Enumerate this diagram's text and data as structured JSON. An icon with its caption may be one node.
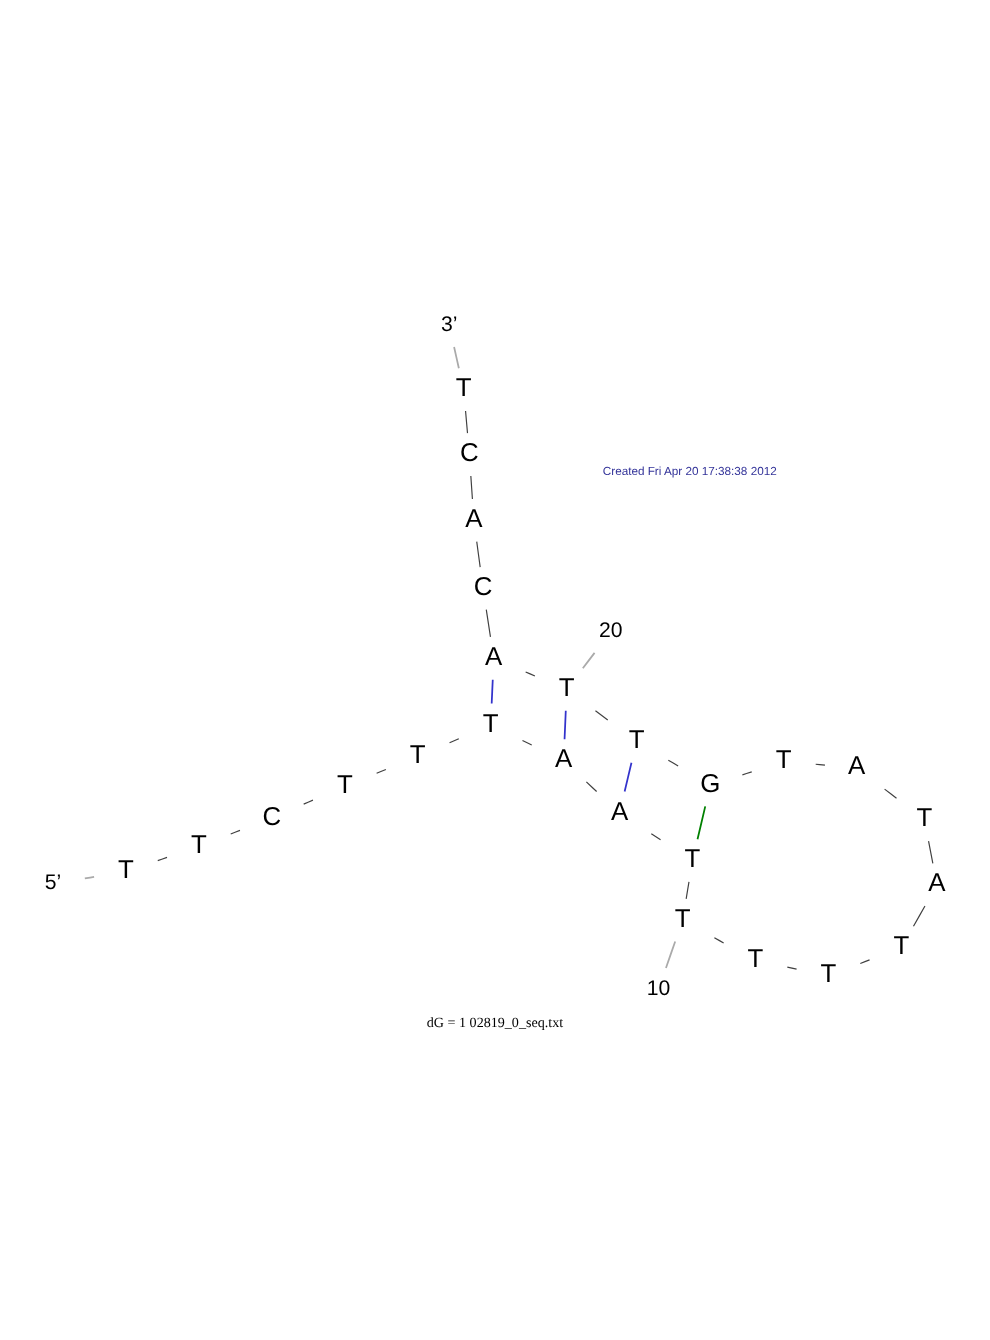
{
  "diagram": {
    "caption": "dG = 1 02819_0_seq.txt",
    "nodes": [
      {
        "text": [
          "T"
        ]
      },
      {
        "text": [
          "T"
        ]
      },
      {
        "text": [
          "C"
        ]
      },
      {
        "text": [
          "T"
        ]
      },
      {
        "text": [
          "T"
        ]
      },
      {
        "text": [
          "T"
        ]
      },
      {
        "text": [
          "A"
        ]
      },
      {
        "text": [
          "A"
        ]
      },
      {
        "text": [
          "T"
        ]
      },
      {
        "text": [
          "T"
        ]
      },
      {
        "text": [
          "T"
        ]
      },
      {
        "text": [
          "T"
        ]
      },
      {
        "text": [
          "T"
        ]
      },
      {
        "text": [
          "A"
        ]
      },
      {
        "text": [
          "T"
        ]
      },
      {
        "text": [
          "A"
        ]
      },
      {
        "text": [
          "T"
        ]
      },
      {
        "text": [
          "G"
        ]
      },
      {
        "text": [
          "T"
        ]
      },
      {
        "text": [
          "T"
        ]
      },
      {
        "text": [
          "A"
        ]
      },
      {
        "text": [
          "C"
        ]
      },
      {
        "text": [
          "A"
        ]
      },
      {
        "text": [
          "C"
        ]
      },
      {
        "text": [
          "T"
        ]
      },
      {
        "text": [
          "10"
        ]
      },
      {
        "text": [
          "20"
        ]
      },
      {
        "text": [
          "5’"
        ]
      },
      {
        "text": [
          "3’"
        ]
      }
    ],
    "edges": [
      {
        "from": 0,
        "to": 1,
        "arrow": "none"
      },
      {
        "from": 1,
        "to": 2,
        "arrow": "none"
      },
      {
        "from": 2,
        "to": 3,
        "arrow": "none"
      },
      {
        "from": 3,
        "to": 4,
        "arrow": "none"
      },
      {
        "from": 4,
        "to": 5,
        "arrow": "none"
      },
      {
        "from": 5,
        "to": 6,
        "arrow": "none"
      },
      {
        "from": 6,
        "to": 7,
        "arrow": "none"
      },
      {
        "from": 7,
        "to": 8,
        "arrow": "none"
      },
      {
        "from": 8,
        "to": 9,
        "arrow": "none"
      },
      {
        "from": 9,
        "to": 10,
        "arrow": "none"
      },
      {
        "from": 10,
        "to": 11,
        "arrow": "none"
      },
      {
        "from": 11,
        "to": 12,
        "arrow": "none"
      },
      {
        "from": 12,
        "to": 13,
        "arrow": "none"
      },
      {
        "from": 13,
        "to": 14,
        "arrow": "none"
      },
      {
        "from": 14,
        "to": 15,
        "arrow": "none"
      },
      {
        "from": 15,
        "to": 16,
        "arrow": "none"
      },
      {
        "from": 16,
        "to": 17,
        "arrow": "none"
      },
      {
        "from": 17,
        "to": 18,
        "arrow": "none"
      },
      {
        "from": 18,
        "to": 19,
        "arrow": "none"
      },
      {
        "from": 19,
        "to": 20,
        "arrow": "none"
      },
      {
        "from": 20,
        "to": 21,
        "arrow": "none"
      },
      {
        "from": 21,
        "to": 22,
        "arrow": "none"
      },
      {
        "from": 22,
        "to": 23,
        "arrow": "none"
      },
      {
        "from": 23,
        "to": 24,
        "arrow": "none"
      },
      {
        "from": 8,
        "to": 17,
        "arrow": "none",
        "color": "#008000"
      },
      {
        "from": 7,
        "to": 18,
        "arrow": "none",
        "color": "#3333cc"
      },
      {
        "from": 6,
        "to": 19,
        "arrow": "none",
        "color": "#3333cc"
      },
      {
        "from": 5,
        "to": 20,
        "arrow": "none",
        "color": "#3333cc"
      },
      {
        "from": 25,
        "to": 9,
        "arrow": "none",
        "color": "#aaaaaa"
      },
      {
        "from": 26,
        "to": 19,
        "arrow": "none",
        "color": "#aaaaaa"
      },
      {
        "from": 27,
        "to": 0,
        "arrow": "none",
        "color": "#aaaaaa"
      },
      {
        "from": 28,
        "to": 24,
        "arrow": "none",
        "color": "#aaaaaa"
      }
    ],
    "labels": [
      "Created Fri Apr 20 17:38:38 2012"
    ]
  }
}
